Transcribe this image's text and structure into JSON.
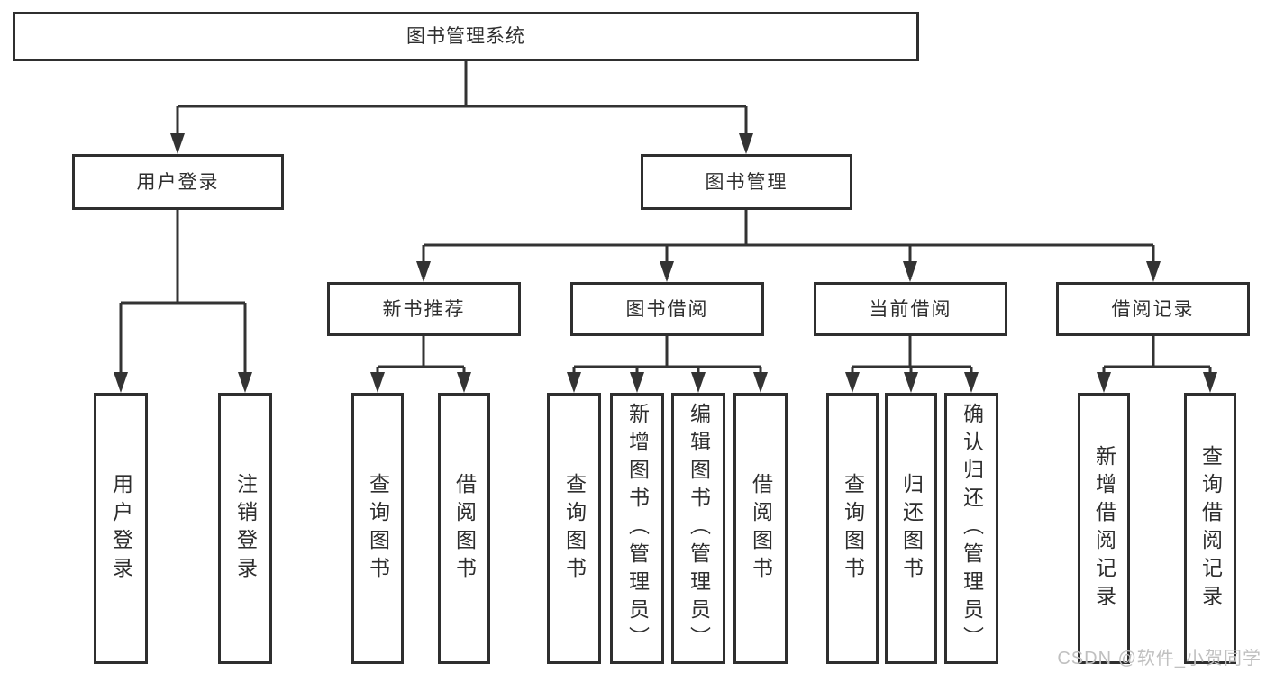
{
  "colors": {
    "line_color": "#333333",
    "box_border": "#2f2f2f",
    "box_fill": "#ffffff",
    "text_color": "#2e2e2e",
    "watermark_color": "#c0c0c0"
  },
  "diagram": {
    "root": {
      "label": "图书管理系统"
    },
    "level2": [
      {
        "label": "用户登录"
      },
      {
        "label": "图书管理"
      }
    ],
    "level3": [
      {
        "label": "新书推荐"
      },
      {
        "label": "图书借阅"
      },
      {
        "label": "当前借阅"
      },
      {
        "label": "借阅记录"
      }
    ],
    "leaves": {
      "user_login": [
        {
          "label": "用户登录"
        },
        {
          "label": "注销登录"
        }
      ],
      "new_book": [
        {
          "label": "查询图书"
        },
        {
          "label": "借阅图书"
        }
      ],
      "book_borrow": [
        {
          "label": "查询图书"
        },
        {
          "label": "新增图书（管理员）"
        },
        {
          "label": "编辑图书（管理员）"
        },
        {
          "label": "借阅图书"
        }
      ],
      "current_borrow": [
        {
          "label": "查询图书"
        },
        {
          "label": "归还图书"
        },
        {
          "label": "确认归还（管理员）"
        }
      ],
      "borrow_records": [
        {
          "label": "新增借阅记录"
        },
        {
          "label": "查询借阅记录"
        }
      ]
    }
  },
  "watermark": {
    "text": "CSDN @软件_小贺同学"
  }
}
